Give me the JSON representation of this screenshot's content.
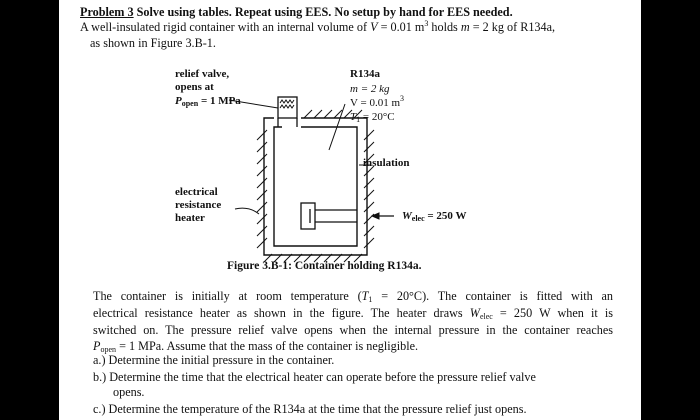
{
  "problem": {
    "number_label": "Problem 3",
    "heading": "Solve using tables. Repeat using EES. No setup by hand for EES needed."
  },
  "statement": {
    "line1_a": "A well-insulated rigid container with an internal volume of ",
    "line1_V": "V",
    "line1_b": " = 0.01 m",
    "line1_exp": "3",
    "line1_c": " holds ",
    "line1_m": "m",
    "line1_d": " = 2 kg of R134a,",
    "line2": "as shown in Figure 3.B-1."
  },
  "figure": {
    "valve_label": [
      "relief valve,",
      "opens at"
    ],
    "p_open_sym": "P",
    "p_open_sub": "open",
    "p_open_val": " = 1 MPa",
    "r134a_title": "R134a",
    "r134a_m": "m = 2 kg",
    "r134a_V": "V = 0.01 m",
    "r134a_V_exp": "3",
    "r134a_T_sym": "T",
    "r134a_T_sub": "1",
    "r134a_T_val": " = 20°C",
    "insulation_label": "insulation",
    "heater_label": [
      "electrical",
      "resistance",
      "heater"
    ],
    "w_sym": "W",
    "w_sub": "elec",
    "w_val": " = 250 W",
    "caption": "Figure 3.B-1: Container holding R134a."
  },
  "body": {
    "line1_a": "The container is initially at room temperature (",
    "line1_T": "T",
    "line1_Tsub": "1",
    "line1_b": " = 20°C).  The container is fitted with an",
    "line2_a": "electrical resistance heater as shown in the figure.  The heater draws ",
    "line2_W": "W",
    "line2_Wsub": "elec",
    "line2_b": " = 250 W when it is",
    "line3": "switched on.  The pressure relief valve opens when the internal pressure in the container reaches",
    "line4_P": "P",
    "line4_Psub": "open",
    "line4_b": " = 1 MPa.  Assume that the mass of the container is negligible.",
    "qa": "a.) Determine the initial pressure in the container.",
    "qb1": "b.) Determine the time that the electrical heater can operate before the pressure relief valve",
    "qb2": "opens.",
    "qc": "c.) Determine the temperature of the R134a at the time that the pressure relief just opens."
  }
}
